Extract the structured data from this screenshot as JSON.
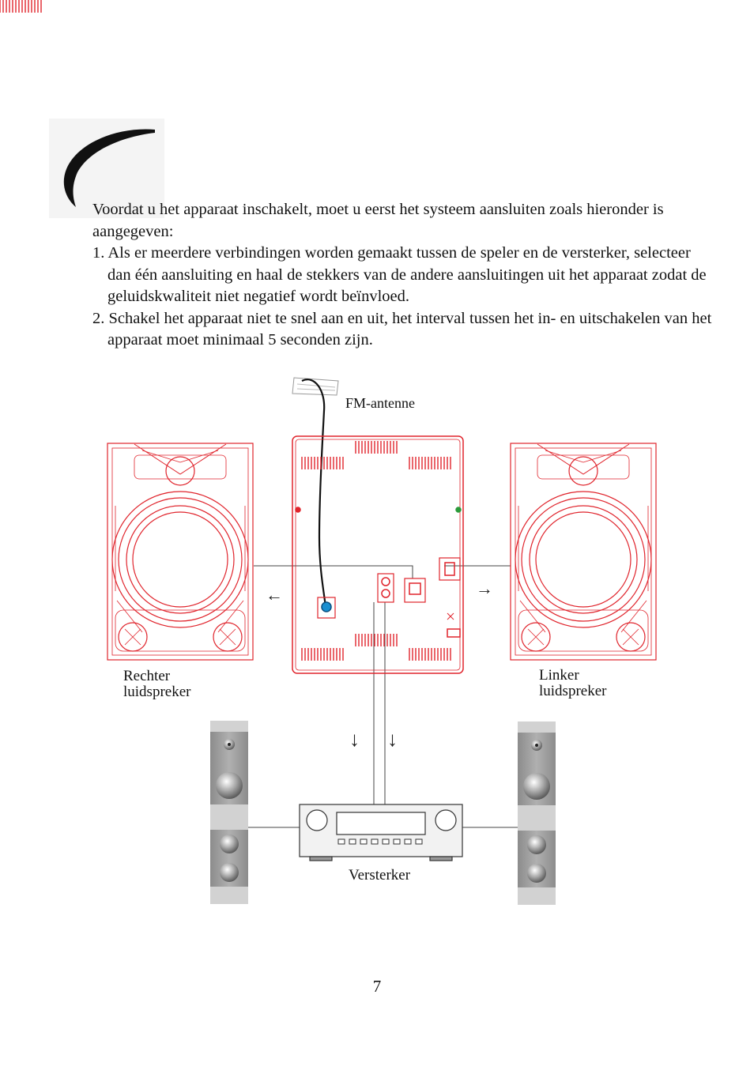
{
  "intro": {
    "lead": "Voordat u het apparaat inschakelt, moet u eerst het systeem aansluiten zoals hieronder is aangegeven:",
    "items": [
      "1. Als er meerdere verbindingen worden gemaakt tussen de speler en de versterker, selecteer dan één aansluiting en haal de stekkers van de andere aansluitingen uit het apparaat zodat de geluidskwaliteit niet negatief wordt beïnvloed.",
      "2. Schakel het apparaat niet te snel aan en uit, het interval tussen het in- en uitschakelen van het apparaat moet minimaal 5 seconden zijn."
    ]
  },
  "diagram": {
    "antenna_label": "FM-antenne",
    "right_speaker_label": "Rechter\nluidspreker",
    "left_speaker_label": "Linker\nluidspreker",
    "amplifier_label": "Versterker",
    "arrow_left": "←",
    "arrow_right": "→",
    "arrow_down": "↓"
  },
  "colors": {
    "unit_red": "#e0242c",
    "line": "#444444",
    "speaker_grey": "#9a9a9a"
  },
  "page_number": "7"
}
